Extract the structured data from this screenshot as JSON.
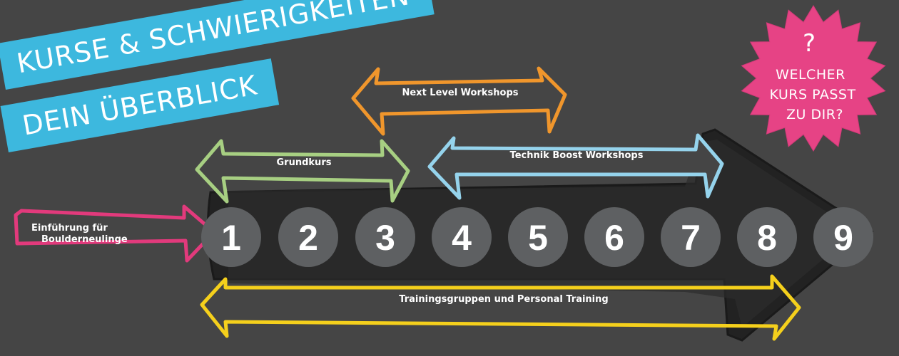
{
  "banner": {
    "line1": "KURSE & SCHWIERIGKEITEN",
    "line2": "DEIN ÜBERBLICK"
  },
  "badge": {
    "symbol": "?",
    "line1": "WELCHER",
    "line2": "KURS PASST",
    "line3": "ZU DIR?"
  },
  "levels": [
    "1",
    "2",
    "3",
    "4",
    "5",
    "6",
    "7",
    "8",
    "9"
  ],
  "courses": {
    "intro": {
      "line1": "Einführung für",
      "line2": "Boulderneulinge"
    },
    "grundkurs": "Grundkurs",
    "next_level": "Next Level Workshops",
    "technik_boost": "Technik Boost Workshops",
    "training": "Trainingsgruppen und Personal Training"
  },
  "colors": {
    "background": "#454545",
    "banner": "#3db8de",
    "badge": "#e64385",
    "intro_arrow": "#e23a7c",
    "grundkurs_arrow": "#a7cf82",
    "next_level_arrow": "#f0962c",
    "technik_boost_arrow": "#95d3ec",
    "training_arrow": "#f5d01c",
    "circle": "#5e6062",
    "big_arrow": "#222222"
  }
}
